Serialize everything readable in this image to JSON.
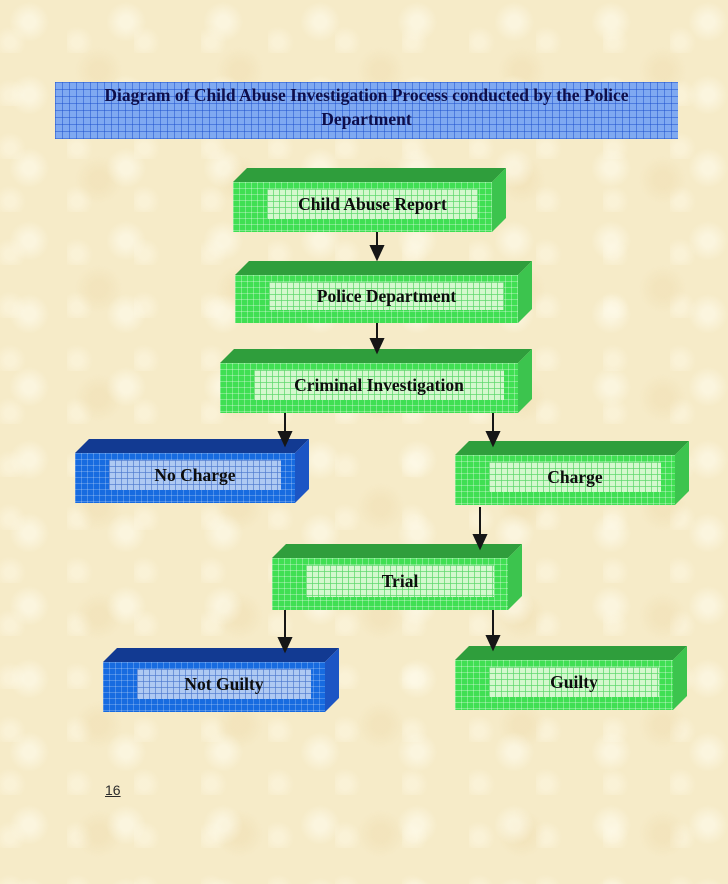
{
  "title": {
    "text": "Diagram of Child Abuse Investigation Process conducted by the Police Department"
  },
  "nodes": [
    {
      "id": "child-abuse-report",
      "label": "Child Abuse Report",
      "color": "green"
    },
    {
      "id": "police-department",
      "label": "Police Department",
      "color": "green"
    },
    {
      "id": "criminal-investigation",
      "label": "Criminal Investigation",
      "color": "green"
    },
    {
      "id": "no-charge",
      "label": "No Charge",
      "color": "blue"
    },
    {
      "id": "charge",
      "label": "Charge",
      "color": "green"
    },
    {
      "id": "trial",
      "label": "Trial",
      "color": "green"
    },
    {
      "id": "not-guilty",
      "label": "Not Guilty",
      "color": "blue"
    },
    {
      "id": "guilty",
      "label": "Guilty",
      "color": "green"
    }
  ],
  "edges": [
    {
      "from": "Child Abuse Report",
      "to": "Police Department"
    },
    {
      "from": "Police Department",
      "to": "Criminal Investigation"
    },
    {
      "from": "Criminal Investigation",
      "to": "No Charge"
    },
    {
      "from": "Criminal Investigation",
      "to": "Charge"
    },
    {
      "from": "Charge",
      "to": "Trial"
    },
    {
      "from": "Trial",
      "to": "Not Guilty"
    },
    {
      "from": "Trial",
      "to": "Guilty"
    }
  ],
  "page": {
    "number": "16"
  },
  "colors": {
    "background": "#f6ebc8",
    "title_bg": "#7fa9f1",
    "title_grid": "#1c50cd",
    "title_text": "#0e0e4a",
    "green_front": "#40df53",
    "green_panel": "#d4f8ce",
    "green_top": "#2f9e3c",
    "green_side": "#3cc44e",
    "blue_front": "#176be0",
    "blue_panel": "#aec9f2",
    "blue_top": "#123a92",
    "blue_side": "#1c55c4",
    "arrow": "#161616",
    "label_text": "#0d0d0d"
  }
}
